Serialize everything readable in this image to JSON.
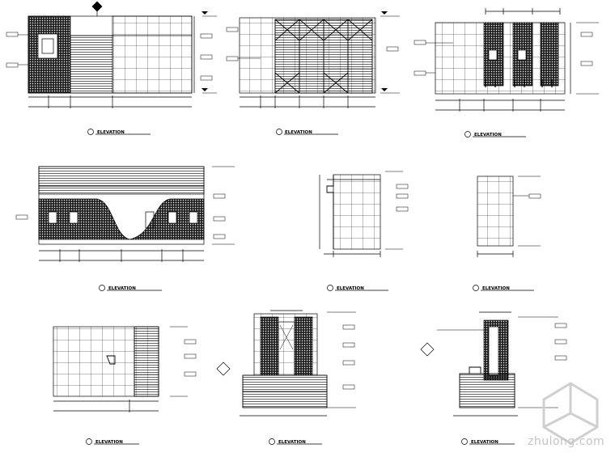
{
  "sheet": {
    "elevation_titles": [
      "ELEVATION",
      "ELEVATION",
      "ELEVATION",
      "ELEVATION",
      "ELEVATION",
      "ELEVATION",
      "ELEVATION",
      "ELEVATION",
      "ELEVATION"
    ]
  },
  "watermark": {
    "text": "zhulong.com"
  },
  "colors": {
    "line": "#000000",
    "fill_dark": "#111111",
    "watermark": "#c8c8c8"
  }
}
